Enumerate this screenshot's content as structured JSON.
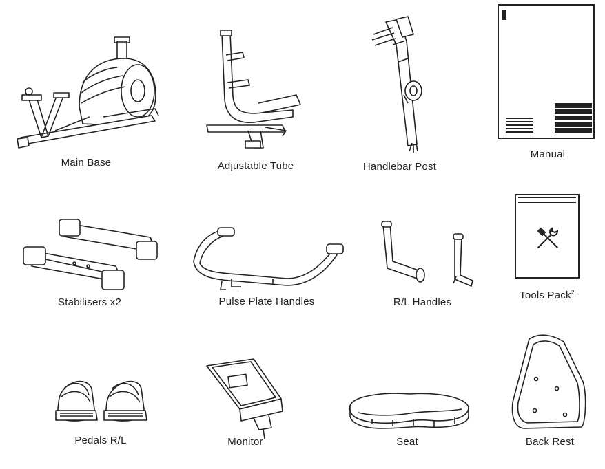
{
  "parts": {
    "main_base": {
      "label": "Main Base"
    },
    "adjustable_tube": {
      "label": "Adjustable Tube"
    },
    "handlebar_post": {
      "label": "Handlebar Post"
    },
    "manual": {
      "label": "Manual"
    },
    "stabilisers": {
      "label": "Stabilisers x2"
    },
    "pulse_plate_handles": {
      "label": "Pulse Plate Handles"
    },
    "rl_handles": {
      "label": "R/L Handles"
    },
    "tools_pack": {
      "label": "Tools Pack",
      "footnote": "2"
    },
    "pedals": {
      "label": "Pedals R/L"
    },
    "monitor": {
      "label": "Monitor"
    },
    "seat": {
      "label": "Seat"
    },
    "back_rest": {
      "label": "Back Rest"
    }
  },
  "icons": {
    "tools_pack_icon": "wrench-screwdriver-icon"
  }
}
